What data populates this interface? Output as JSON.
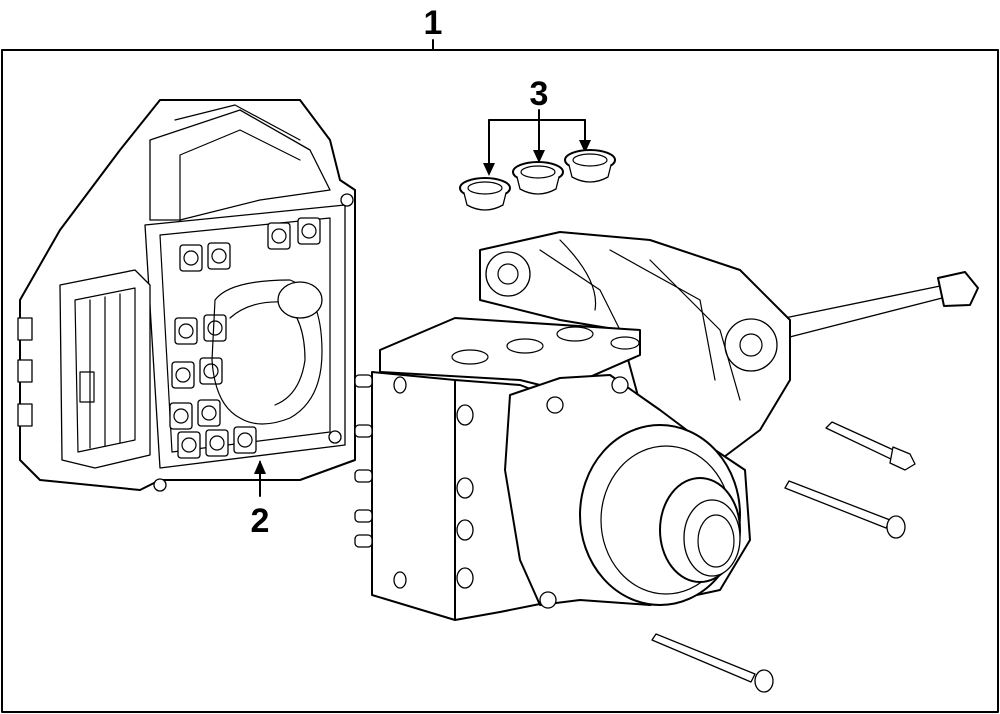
{
  "callouts": {
    "assembly": "1",
    "control_module": "2",
    "seals": "3"
  },
  "colors": {
    "line": "#000000",
    "background": "#ffffff"
  }
}
